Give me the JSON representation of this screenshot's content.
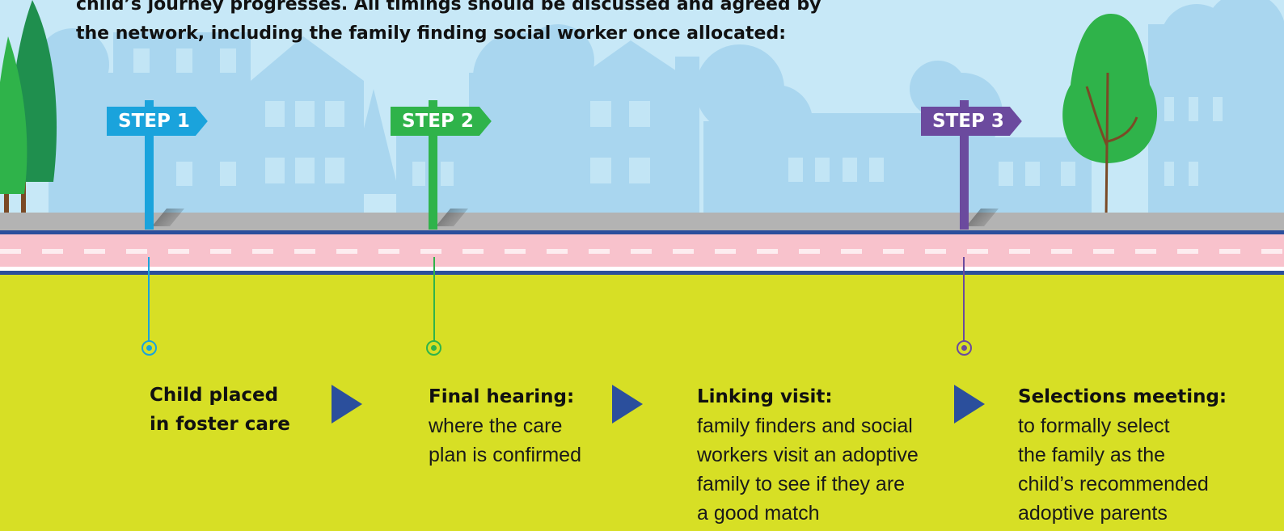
{
  "intro": {
    "line1": "child’s journey progresses. All timings should be discussed and agreed by",
    "line2": "the network, including the family finding social worker once allocated:"
  },
  "colors": {
    "sky": "#c7e8f7",
    "skyline": "#a9d6ef",
    "ground": "#d7df25",
    "road": "#f8c2cc",
    "curb": "#2b4f9c",
    "arrow": "#2b4f9c",
    "step1": "#1aa3dc",
    "step2": "#2fb34a",
    "step3": "#6b4a9e",
    "tree_green": "#2fb34a",
    "tree_dark": "#1f8f4e"
  },
  "signs": [
    {
      "label": "STEP 1",
      "color": "#1aa3dc"
    },
    {
      "label": "STEP 2",
      "color": "#2fb34a"
    },
    {
      "label": "STEP 3",
      "color": "#6b4a9e"
    }
  ],
  "steps": [
    {
      "title_line1": "Child placed",
      "title_line2": "in foster care"
    },
    {
      "title": "Final hearing:",
      "desc_line1": "where the care",
      "desc_line2": "plan is confirmed"
    },
    {
      "title": "Linking visit:",
      "desc_line1": "family finders and social",
      "desc_line2": "workers visit an adoptive",
      "desc_line3": "family to see if they are",
      "desc_line4": "a good match"
    },
    {
      "title": "Selections meeting:",
      "desc_line1": "to formally select",
      "desc_line2": "the family as the",
      "desc_line3": "child’s recommended",
      "desc_line4": "adoptive parents"
    }
  ]
}
